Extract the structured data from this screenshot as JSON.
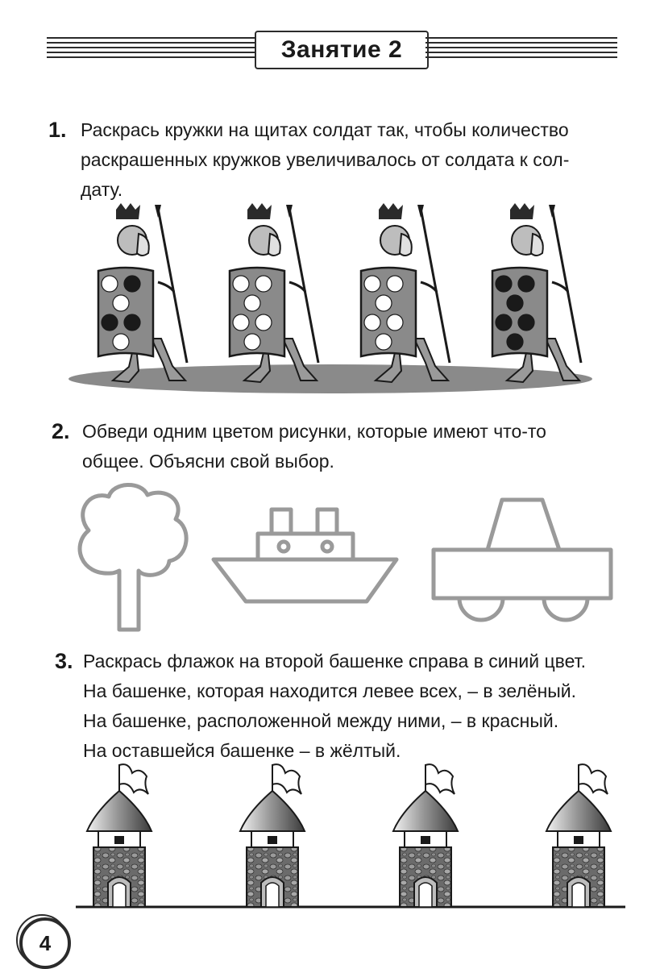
{
  "header": {
    "title": "Занятие 2"
  },
  "task1": {
    "number": "1.",
    "lines": [
      "Раскрась кружки на щитах солдат так, чтобы количество",
      "раскрашенных кружков увеличивалось от солдата к сол-",
      "дату."
    ],
    "soldiers": [
      {
        "filled_dots": 3
      },
      {
        "filled_dots": 0
      },
      {
        "filled_dots": 0
      },
      {
        "filled_dots": 6
      }
    ]
  },
  "task2": {
    "number": "2.",
    "lines": [
      "Обведи одним цветом рисунки, которые имеют что-то",
      "общее. Объясни свой выбор."
    ]
  },
  "task3": {
    "number": "3.",
    "lines": [
      "Раскрась флажок на второй башенке справа в синий цвет.",
      "На башенке, которая находится левее всех, – в зелёный.",
      "На башенке, расположенной между ними, – в красный.",
      "На оставшейся башенке – в жёлтый."
    ]
  },
  "footer": {
    "page_number": "4"
  },
  "colors": {
    "ink": "#1a1a1a",
    "outline_gray": "#9a9a9a",
    "shadow": "#8a8a8a"
  }
}
